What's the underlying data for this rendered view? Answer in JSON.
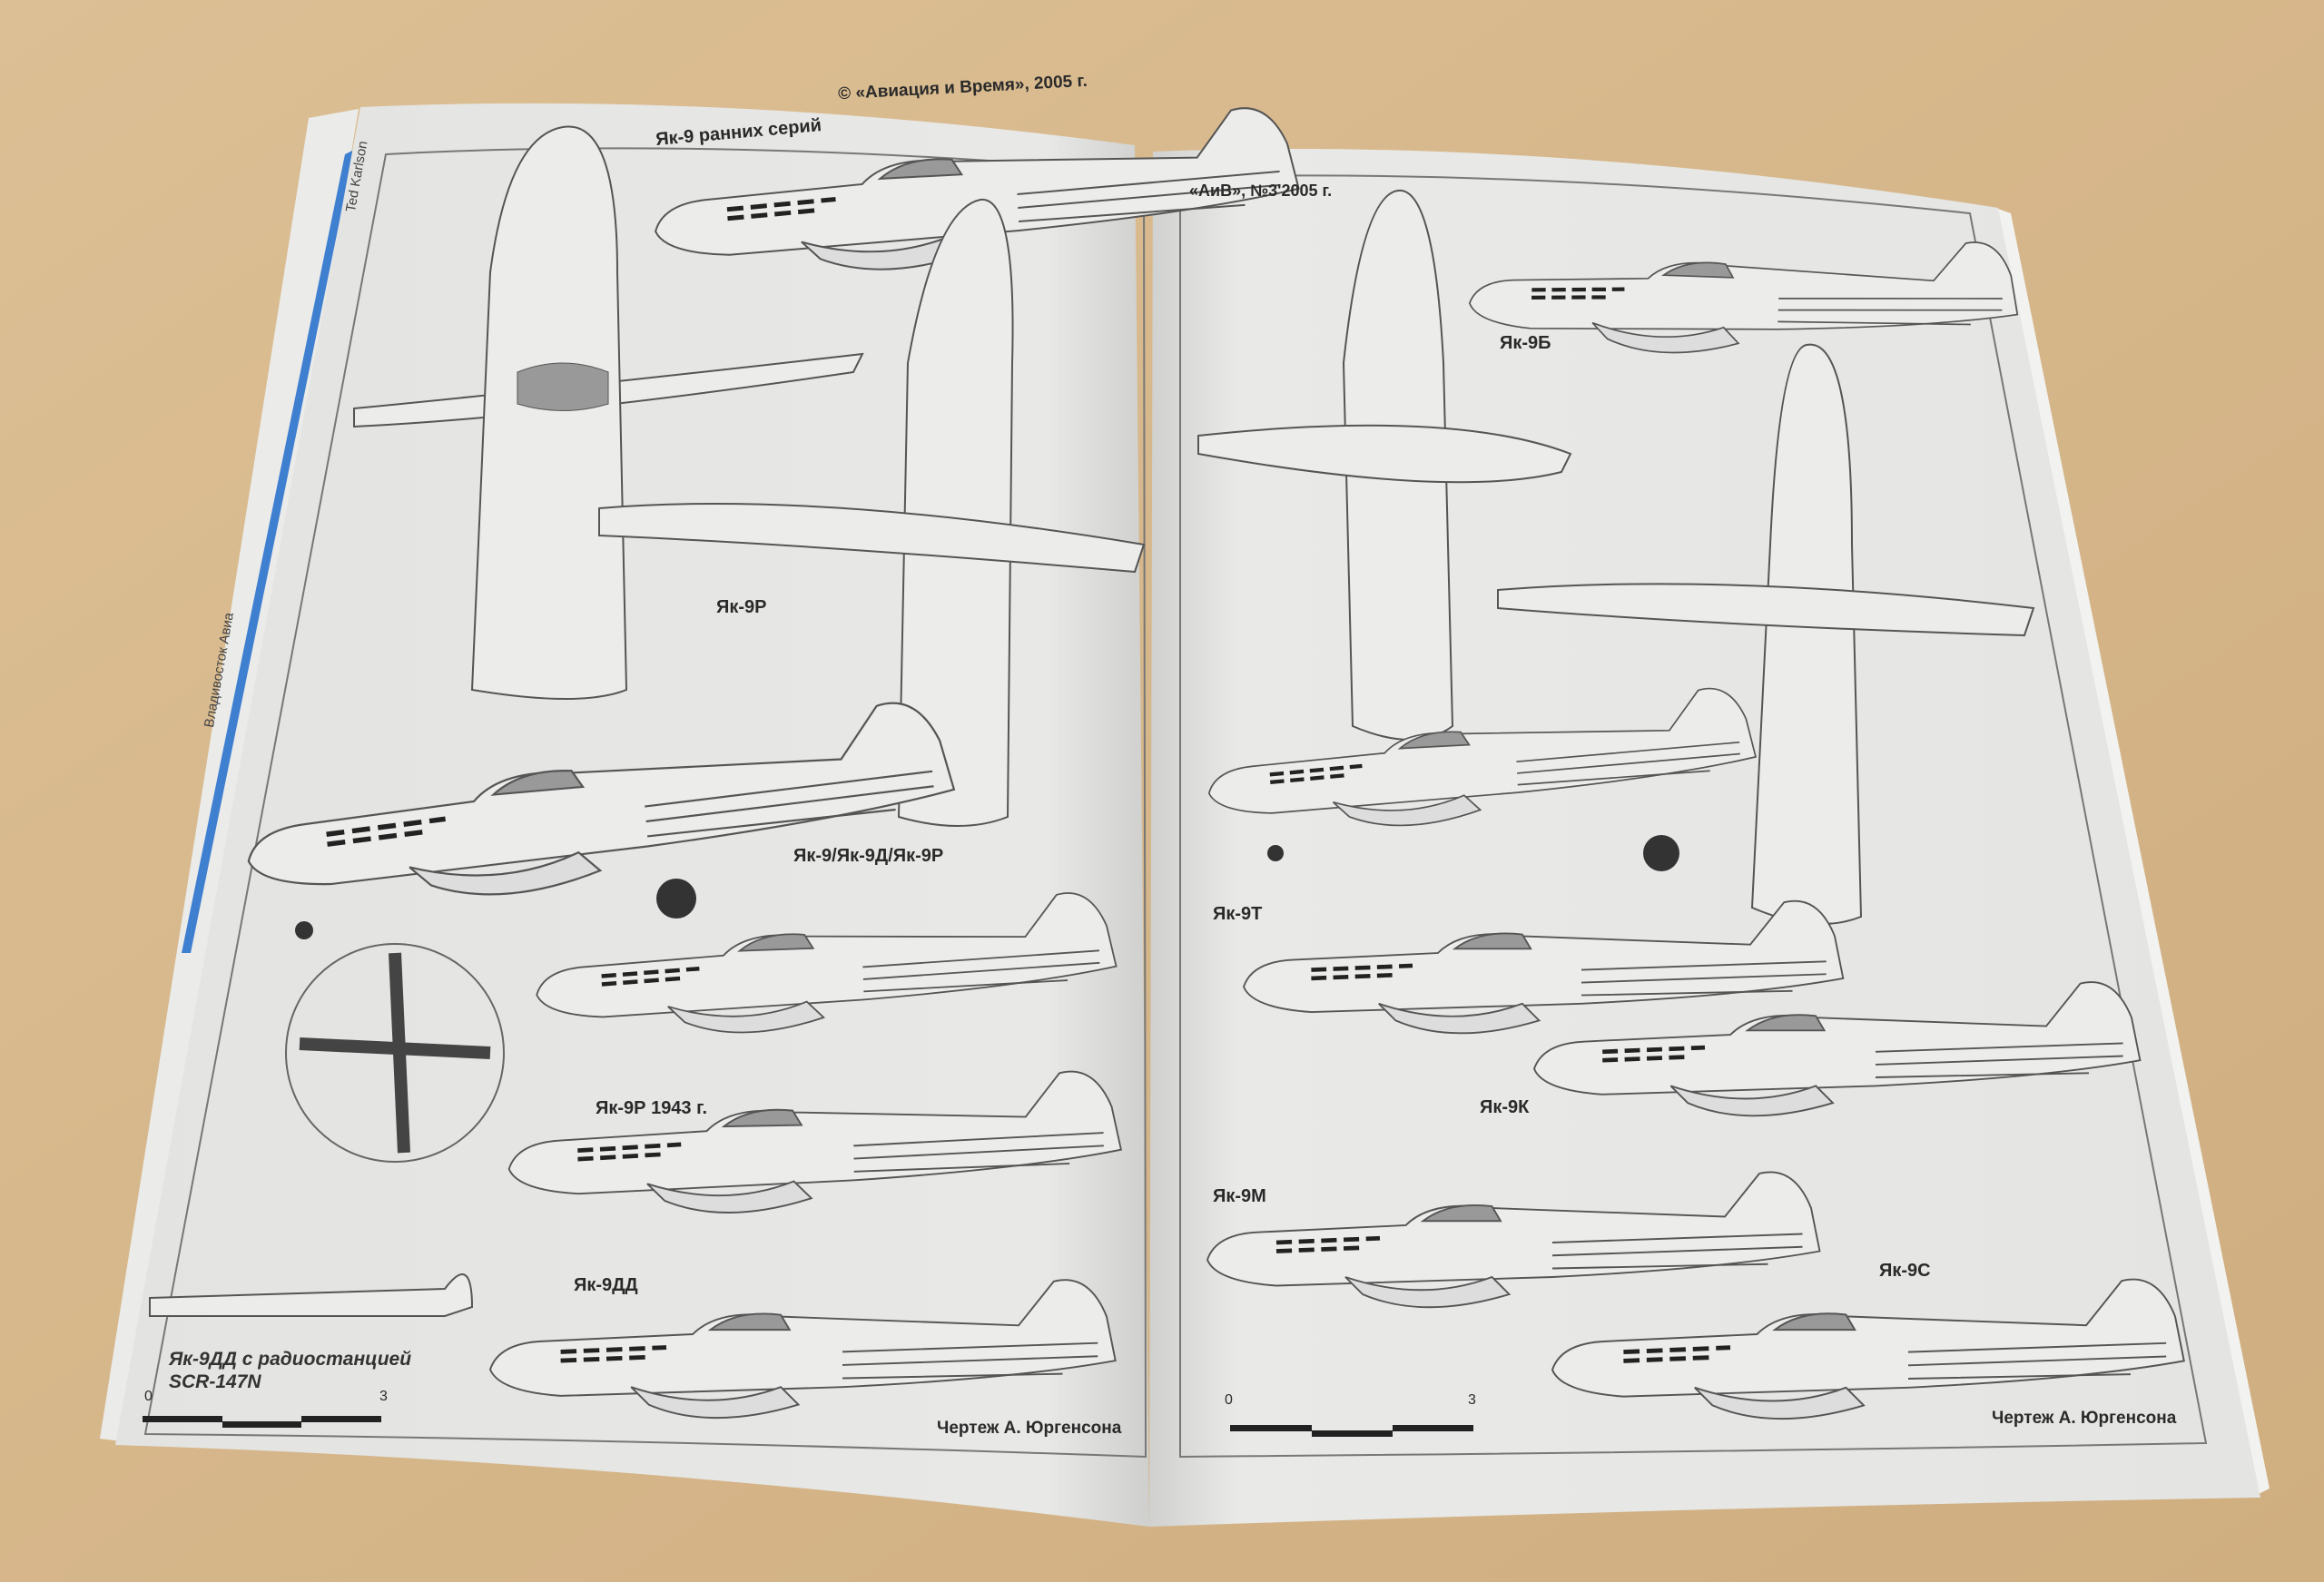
{
  "left_page": {
    "copyright": "© «Авиация и Время», 2005 г.",
    "labels": [
      "Як-9 ранних серий",
      "Як-9Р",
      "Як-9/Як-9Д/Як-9Р",
      "Як-9Р 1943 г.",
      "Як-9ДД"
    ],
    "caption_line1": "Як-9ДД с радиостанцией",
    "caption_line2": "SCR-147N",
    "scale_start": "0",
    "scale_end": "3",
    "credit": "Чертеж А. Юргенсона"
  },
  "right_page": {
    "header": "«АиВ», №3'2005 г.",
    "labels": [
      "Як-9Б",
      "Як-9Т",
      "Як-9К",
      "Як-9М",
      "Як-9С"
    ],
    "scale_start": "0",
    "scale_end": "3",
    "credit": "Чертеж А. Юргенсона"
  },
  "back_cover": {
    "author": "Ted Karlson",
    "publisher": "Владивосток Авиа"
  },
  "colors": {
    "table": "#d6b78c",
    "paper": "#e6e6e4",
    "accent_stripe": "#3f7fd0"
  }
}
